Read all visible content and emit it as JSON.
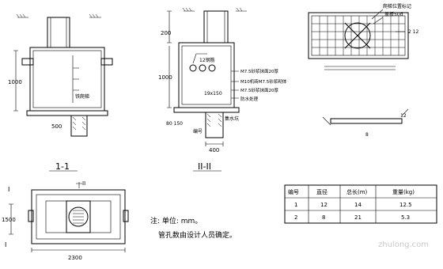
{
  "section_1": {
    "title": "1-1",
    "dim_height": "1000",
    "dim_width": "500",
    "ladder_label": "铁爬梯"
  },
  "section_2": {
    "title": "II-II",
    "dim_top": "200",
    "dim_height": "1000",
    "dim_bottom_width": "400",
    "dim_offsets": "80 150",
    "rebar_label": "12钢筋",
    "annotations": [
      "M7.5砂浆抹面20厚",
      "M10机砖M7.5砂浆砌体",
      "M7.5砂浆抹面20厚",
      "防水处理"
    ],
    "bar_size": "19x150",
    "sump_label": "集水坑",
    "number_label": "编号"
  },
  "top_detail": {
    "labels": [
      "爬梯位置标记",
      "盖板50d"
    ],
    "rebar_dim": "2 12"
  },
  "bar_detail": {
    "dim_end": "12",
    "dim_len": "8"
  },
  "plan": {
    "marker_top": "II",
    "marker_left": "I",
    "dim_height": "1500",
    "dim_width": "2300",
    "marker_right": "I"
  },
  "notes": {
    "line1": "注: 单位: mm。",
    "line2": "管孔数由设计人员确定。"
  },
  "rebar_table": {
    "headers": [
      "编号",
      "直径",
      "总长(m)",
      "重量(kg)"
    ],
    "rows": [
      [
        "1",
        "12",
        "14",
        "12.5"
      ],
      [
        "2",
        "8",
        "21",
        "5.3"
      ]
    ]
  },
  "watermark": "zhulong.com"
}
